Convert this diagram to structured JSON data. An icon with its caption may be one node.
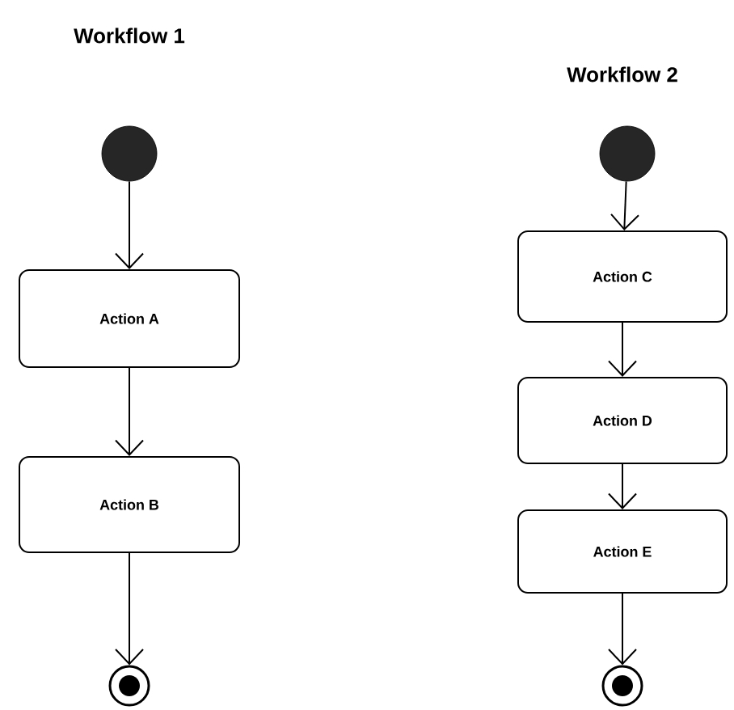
{
  "diagram": {
    "nodes": [
      {
        "text": [],
        "shape": "circle"
      },
      {
        "text": [
          "Action A"
        ]
      },
      {
        "text": [
          "Action B"
        ]
      },
      {
        "text": [],
        "shape": "bullseye"
      },
      {
        "text": [],
        "shape": "circle"
      },
      {
        "text": [
          "Action C"
        ]
      },
      {
        "text": [
          "Action D"
        ]
      },
      {
        "text": [
          "Action E"
        ]
      },
      {
        "text": [],
        "shape": "bullseye"
      }
    ],
    "edges": [
      {
        "from": 0,
        "to": 1,
        "arrow": "to"
      },
      {
        "from": 1,
        "to": 2,
        "arrow": "to"
      },
      {
        "from": 2,
        "to": 3,
        "arrow": "to"
      },
      {
        "from": 4,
        "to": 5,
        "arrow": "to"
      },
      {
        "from": 5,
        "to": 6,
        "arrow": "to"
      },
      {
        "from": 6,
        "to": 7,
        "arrow": "to"
      },
      {
        "from": 7,
        "to": 8,
        "arrow": "to"
      }
    ],
    "labels": [
      "Workflow 1",
      "Workflow 2"
    ]
  }
}
